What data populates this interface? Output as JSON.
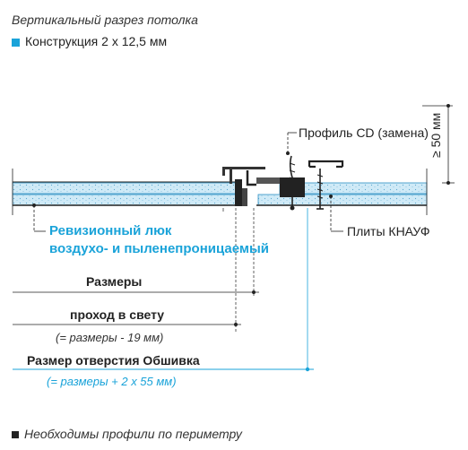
{
  "header": {
    "caption": "Вертикальный разрез потолка",
    "legend_construction": "Конструкция 2 х 12,5 мм"
  },
  "labels": {
    "profile_cd": "Профиль CD (замена)",
    "min_height": "≥ 50 мм",
    "boards": "Плиты КНАУФ",
    "hatch_line1": "Ревизионный люк",
    "hatch_line2": "воздухо- и пыленепроницаемый"
  },
  "dimensions": {
    "sizes": "Размеры",
    "clear_passage": "проход в свету",
    "clear_passage_formula": "(= размеры - 19 мм)",
    "opening": "Размер отверстия Обшивка",
    "opening_formula": "(= размеры + 2 х 55 мм)"
  },
  "footer": {
    "note": "Необходимы профили по периметру"
  },
  "colors": {
    "accent": "#1aa3d9",
    "board_fill": "#cfeaf7",
    "board_edge": "#2b8fc4",
    "dark": "#222222"
  }
}
